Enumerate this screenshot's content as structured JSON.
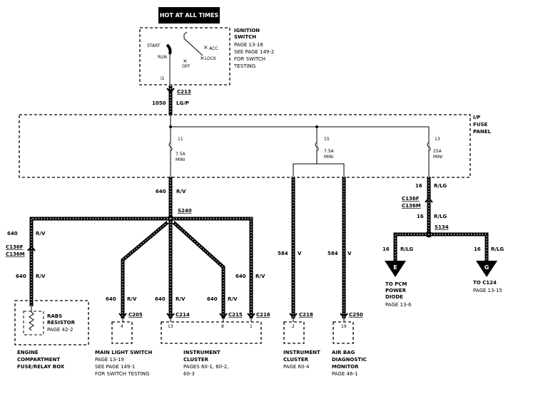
{
  "header": {
    "hot_label": "HOT AT ALL TIMES"
  },
  "ignition_switch": {
    "title1": "IGNITION",
    "title2": "SWITCH",
    "ref1": "PAGE 13-18",
    "ref2": "SEE PAGE 149-2",
    "ref3": "FOR SWITCH",
    "ref4": "TESTING",
    "pos_start": "START",
    "pos_run": "RUN",
    "pos_acc": "ACC",
    "pos_lock": "LOCK",
    "pos_off": "OFF",
    "terminal": "I1"
  },
  "c213": {
    "label": "C213",
    "circuit": "1050",
    "color": "LG/P"
  },
  "fuse_panel": {
    "title1": "I/P",
    "title2": "FUSE",
    "title3": "PANEL",
    "fuses": [
      {
        "num": "11",
        "amp": "7.5A",
        "type": "MINI"
      },
      {
        "num": "15",
        "amp": "7.5A",
        "type": "MINI"
      },
      {
        "num": "13",
        "amp": "25A",
        "type": "MINI"
      }
    ]
  },
  "wires": {
    "w640": "640",
    "rv": "R/V",
    "w584": "584",
    "v": "V",
    "w16": "16",
    "rlg": "R/LG"
  },
  "splices": {
    "s240": "S240",
    "s134": "S134"
  },
  "connectors": {
    "c136f": "C136F",
    "c136m": "C136M",
    "c205": "C205",
    "c214": "C214",
    "c215": "C215",
    "c216": "C216",
    "c218": "C218",
    "c250": "C250"
  },
  "pins": {
    "p4": "4",
    "p13": "13",
    "p8": "8",
    "p1": "1",
    "p2": "2",
    "p19": "19"
  },
  "rabs": {
    "line1": "RABS",
    "line2": "RESISTOR",
    "ref": "PAGE 42-2"
  },
  "components": {
    "engine": {
      "l1": "ENGINE",
      "l2": "COMPARTMENT",
      "l3": "FUSE/RELAY BOX"
    },
    "main_light": {
      "l1": "MAIN LIGHT SWITCH",
      "l2": "PAGE 13-19",
      "l3": "SEE PAGE 149-1",
      "l4": "FOR SWITCH TESTING"
    },
    "cluster1": {
      "l1": "INSTRUMENT",
      "l2": "CLUSTER",
      "l3": "PAGES 60-1, 60-2,",
      "l4": "60-3"
    },
    "cluster2": {
      "l1": "INSTRUMENT",
      "l2": "CLUSTER",
      "l3": "PAGE 60-4"
    },
    "airbag": {
      "l1": "AIR BAG",
      "l2": "DIAGNOSTIC",
      "l3": "MONITOR",
      "l4": "PAGE 46-1"
    }
  },
  "offpage": {
    "e": {
      "letter": "E",
      "l1": "TO PCM",
      "l2": "POWER",
      "l3": "DIODE",
      "l4": "PAGE 13-6"
    },
    "g": {
      "letter": "G",
      "l1": "TO C124",
      "l2": "PAGE 13-15"
    }
  }
}
